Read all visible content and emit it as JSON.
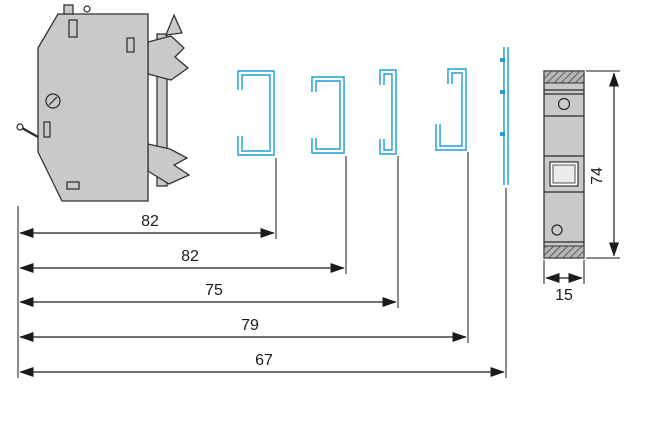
{
  "diagram": {
    "type": "technical-dimension-drawing",
    "views": {
      "side_view": "module-side-view-on-din-rail",
      "front_view": "module-front-view",
      "rail_profiles": [
        "c-rail-profile-large",
        "c-rail-profile-medium",
        "c-rail-profile-narrow",
        "g-rail-profile",
        "flat-rail-profile"
      ]
    },
    "dimensions": {
      "horizontal": [
        {
          "value": "82"
        },
        {
          "value": "82"
        },
        {
          "value": "75"
        },
        {
          "value": "79"
        },
        {
          "value": "67"
        }
      ],
      "front_height": {
        "value": "74"
      },
      "front_width": {
        "value": "15"
      }
    }
  },
  "colors": {
    "rail": "#1f9fd6",
    "body": "#c9c9c9",
    "outline": "#333333",
    "dimension": "#1a1a1a"
  }
}
